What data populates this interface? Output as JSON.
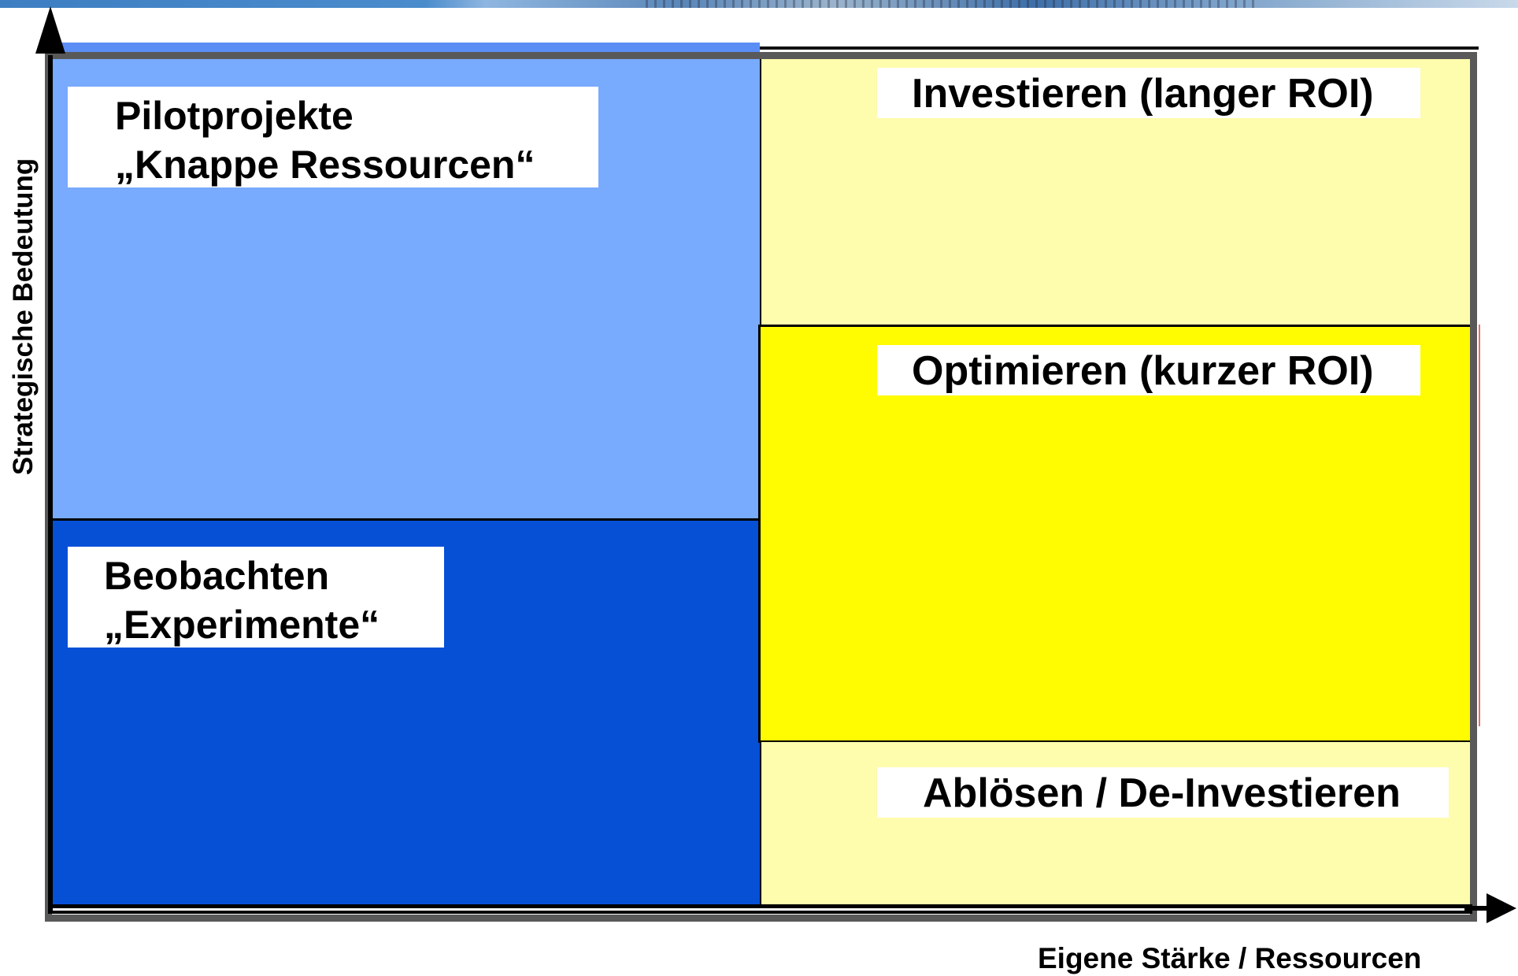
{
  "diagram": {
    "type": "portfolio-matrix",
    "axes": {
      "y_label": "Strategische Bedeutung",
      "x_label": "Eigene Stärke / Ressourcen"
    },
    "quadrants": {
      "pilot": {
        "line1": "Pilotprojekte",
        "line2": "„Knappe Ressourcen“",
        "color": "#78aafe"
      },
      "beobachten": {
        "line1": "Beobachten",
        "line2": "„Experimente“",
        "color": "#0650d6"
      },
      "investieren": {
        "label": "Investieren (langer ROI)",
        "color": "#fefcad"
      },
      "optimieren": {
        "label": "Optimieren (kurzer ROI)",
        "color": "#fffb00"
      },
      "abloesen": {
        "label": "Ablösen / De-Investieren",
        "color": "#fefcad"
      }
    },
    "frame_color": "#595959"
  }
}
